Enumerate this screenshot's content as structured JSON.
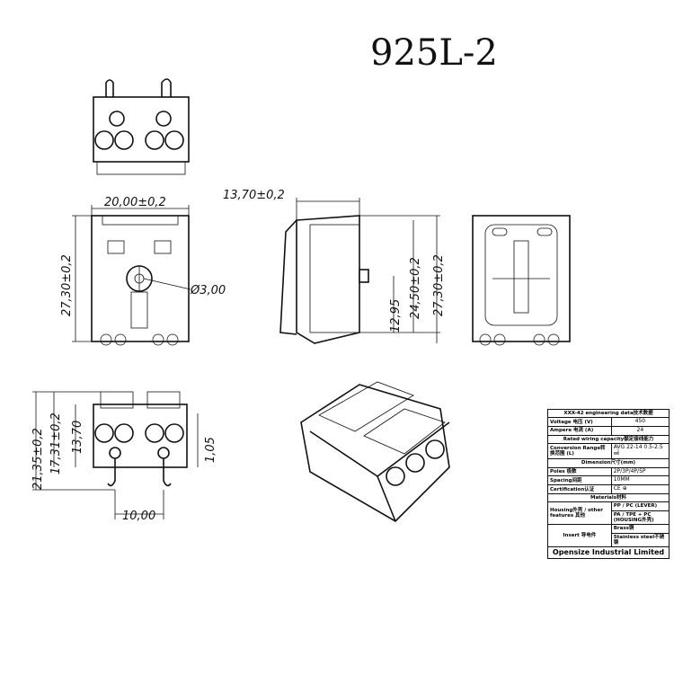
{
  "title": "925L-2",
  "dimensions": {
    "front_width": "20,00±0,2",
    "front_height": "27,30±0,2",
    "hole_diameter": "Ø3,00",
    "side_depth": "13,70±0,2",
    "side_pin_height": "12,95",
    "side_body_height": "24,50±0,2",
    "back_height": "27,30±0,2",
    "bottom_total_height": "21,35±0,2",
    "bottom_body_height": "17,31±0,2",
    "bottom_inner_height": "13,70",
    "bottom_pin": "1,05",
    "bottom_spacing": "10,00"
  },
  "spec_table": {
    "header": "XXX-42 engineering data技术数据",
    "voltage_label": "Voltage 电压 (V)",
    "voltage_value": "450",
    "ampere_label": "Ampere 电流 (A)",
    "ampere_value": "24",
    "rated_wiring": "Rated wiring capacity额定接线能力",
    "conversion_label": "Conversion Range转换范围 (L)",
    "conversion_value": "AVG 22-14   0.5-2.5㎟",
    "dimension": "Dimension尺寸(mm)",
    "poles_label": "Poles 极数",
    "poles_value": "2P/3P/4P/5P",
    "spacing_label": "Spacing间距",
    "spacing_value": "10MM",
    "certification_label": "Certification认证",
    "certification_value": "CE ⊕",
    "materials": "Materials材料",
    "housing_label": "Housing外壳 / other features 其他",
    "housing_value_1": "PP / PC",
    "housing_note_1": "(LEVER)",
    "housing_value_2": "PA / TPE + PC",
    "housing_note_2": "(HOUSING外壳)",
    "insert_label": "Insert 导电件",
    "insert_value_1": "Brass铜",
    "insert_value_2": "Stainless steel不锈钢",
    "footer": "Opensize Industrial Limited"
  }
}
